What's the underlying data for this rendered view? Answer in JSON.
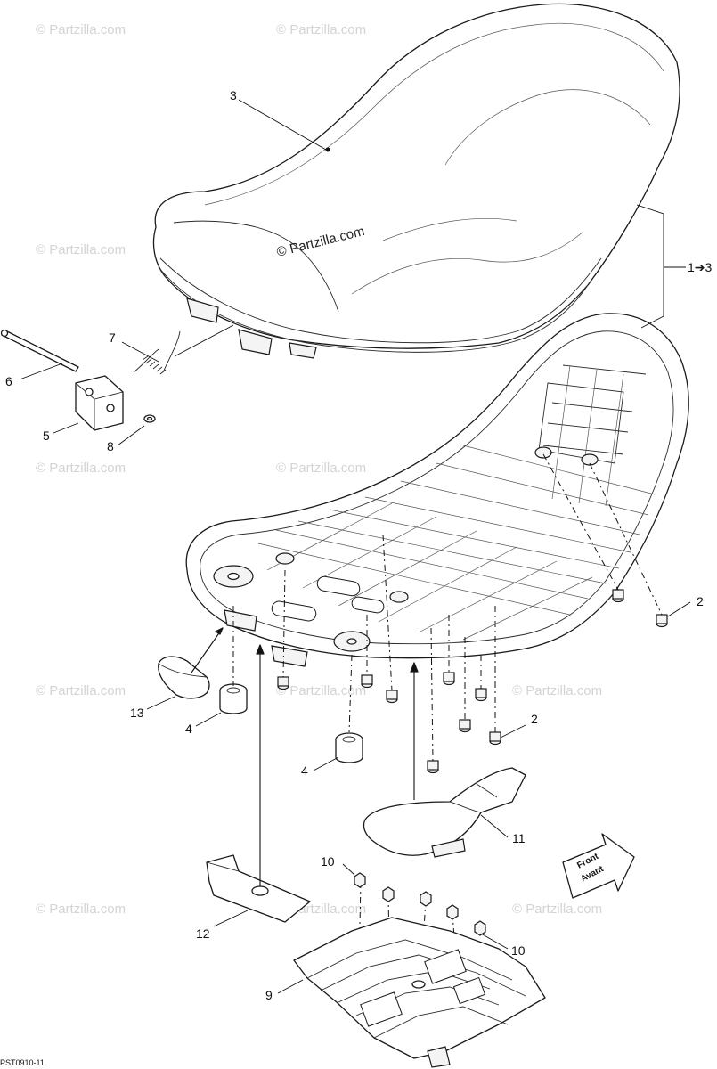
{
  "watermark": "© Partzilla.com",
  "center_watermark": "© Partzilla.com",
  "drawing_code": "PST0910-11",
  "front_label": {
    "line1": "Front",
    "line2": "Avant"
  },
  "callouts": {
    "c1": "1➔3",
    "c2a": "2",
    "c2b": "2",
    "c3": "3",
    "c4a": "4",
    "c4b": "4",
    "c5": "5",
    "c6": "6",
    "c7": "7",
    "c8": "8",
    "c9": "9",
    "c10a": "10",
    "c10b": "10",
    "c11": "11",
    "c12": "12",
    "c13": "13"
  }
}
